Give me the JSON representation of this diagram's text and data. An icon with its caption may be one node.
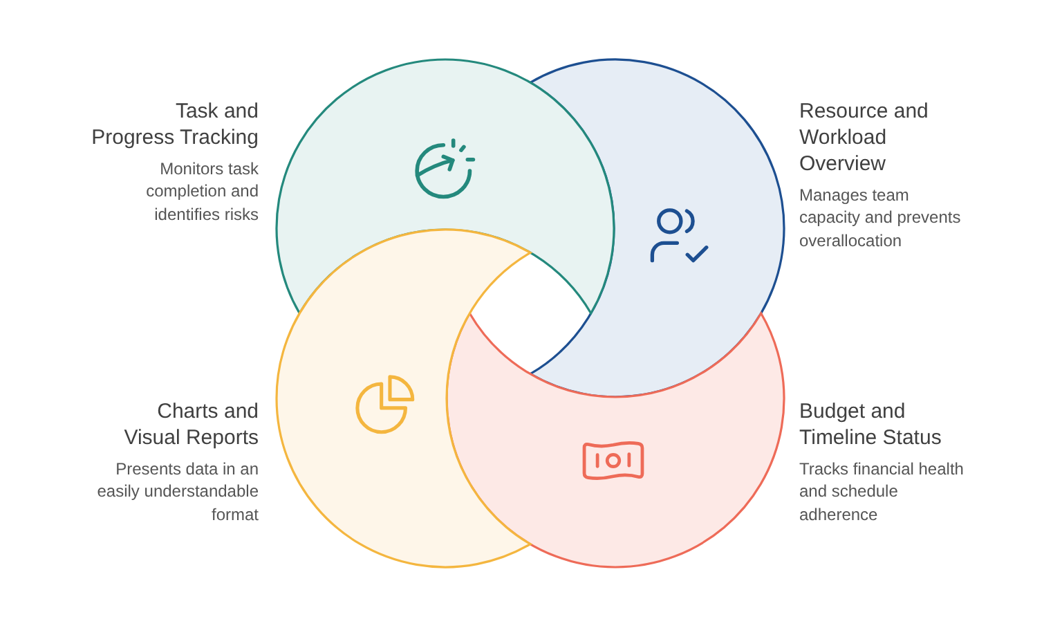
{
  "diagram": {
    "nodes": [
      {
        "text": [
          "Task and Progress Tracking",
          "Monitors task completion and identifies risks"
        ]
      },
      {
        "text": [
          "Resource and Workload Overview",
          "Manages team capacity and prevents overallocation"
        ]
      },
      {
        "text": [
          "Charts and Visual Reports",
          "Presents data in an easily understandable format"
        ]
      },
      {
        "text": [
          "Budget and Timeline Status",
          "Tracks financial health and schedule adherence"
        ]
      }
    ]
  }
}
